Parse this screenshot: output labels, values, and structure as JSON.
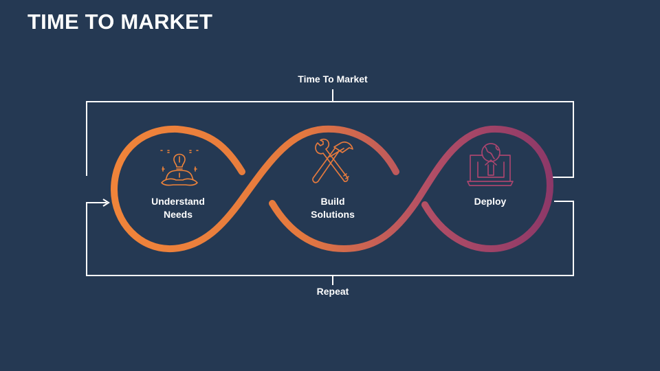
{
  "title": "TIME TO MARKET",
  "top_label": "Time To Market",
  "bottom_label": "Repeat",
  "stages": [
    {
      "line1": "Understand",
      "line2": "Needs",
      "icon": "meditating-idea-person-icon"
    },
    {
      "line1": "Build",
      "line2": "Solutions",
      "icon": "wrench-hammer-icon"
    },
    {
      "line1": "Deploy",
      "line2": "",
      "icon": "laptop-globe-upload-icon"
    }
  ],
  "colors": {
    "background": "#253953",
    "orange": "#F0843A",
    "magenta": "#A8456E",
    "purple": "#8C3868",
    "line": "#FFFFFF"
  }
}
